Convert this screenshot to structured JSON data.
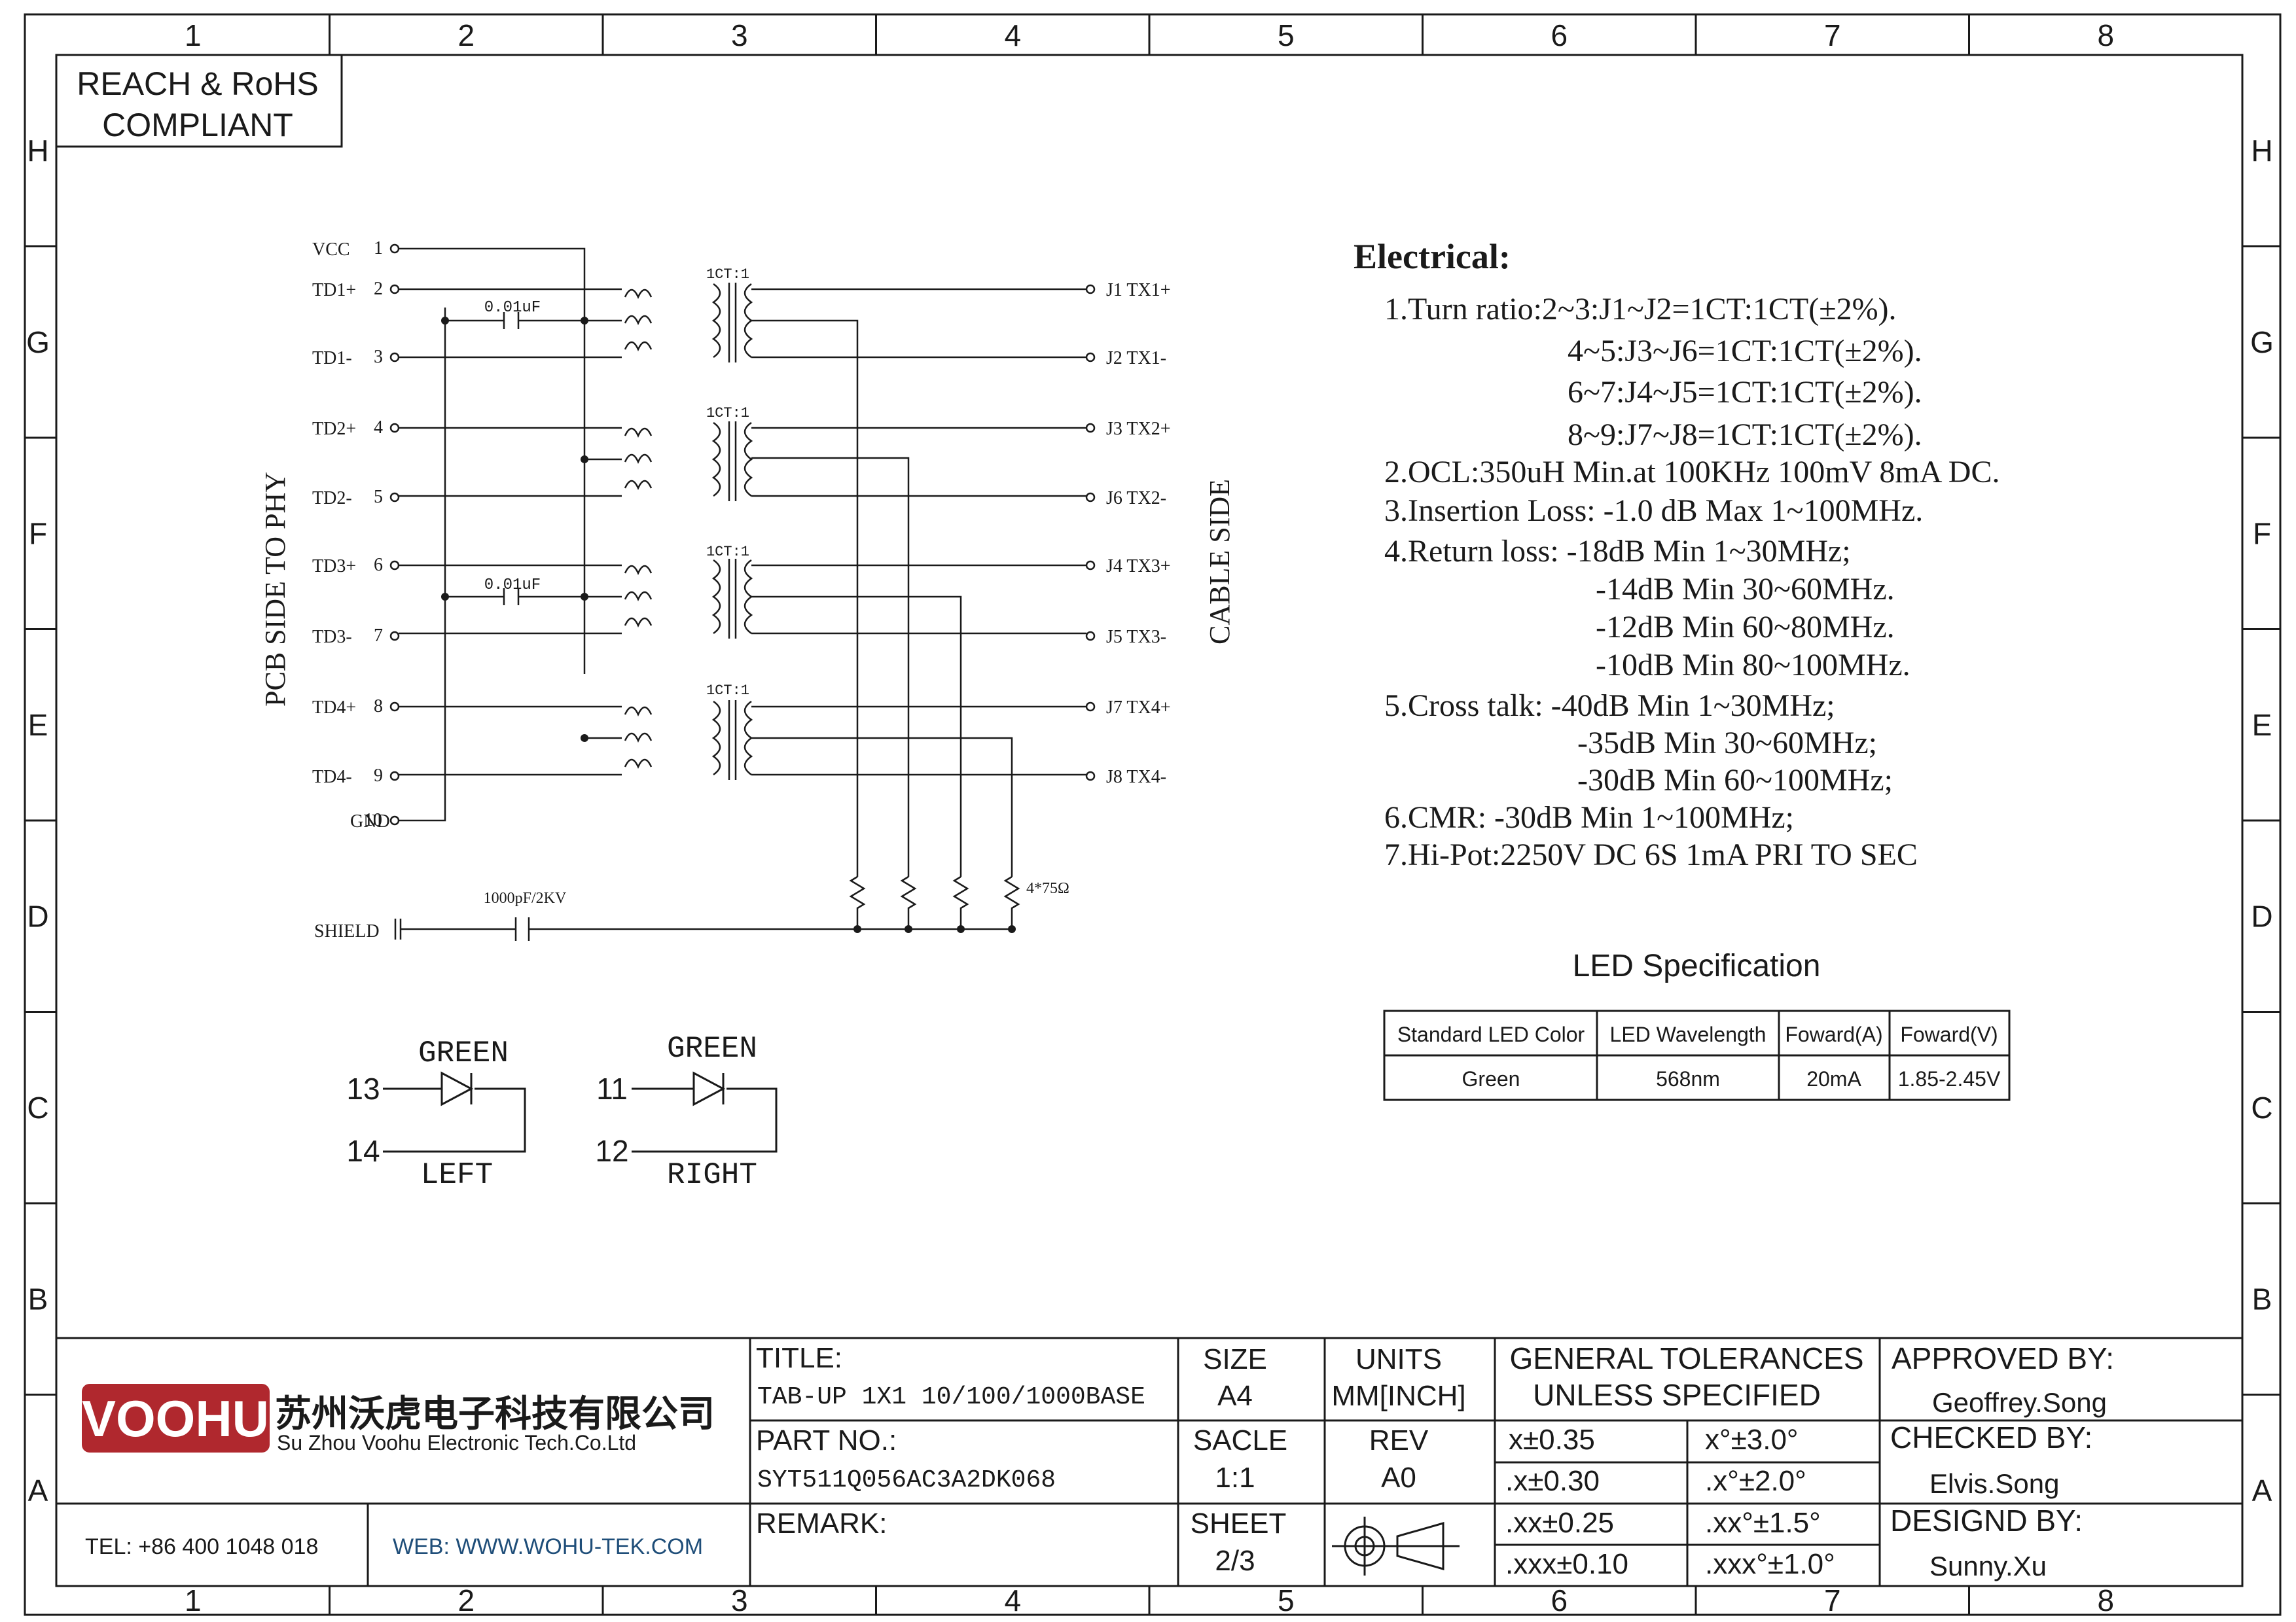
{
  "compliance": [
    "REACH & RoHS",
    "COMPLIANT"
  ],
  "frame": {
    "cols": [
      "1",
      "2",
      "3",
      "4",
      "5",
      "6",
      "7",
      "8"
    ],
    "rows": [
      "H",
      "G",
      "F",
      "E",
      "D",
      "C",
      "B",
      "A"
    ]
  },
  "schematic": {
    "pcb_side_label": "PCB SIDE TO PHY",
    "cable_side_label": "CABLE SIDE",
    "pins_left": [
      {
        "name": "VCC",
        "num": "1"
      },
      {
        "name": "TD1+",
        "num": "2"
      },
      {
        "name": "TD1-",
        "num": "3"
      },
      {
        "name": "TD2+",
        "num": "4"
      },
      {
        "name": "TD2-",
        "num": "5"
      },
      {
        "name": "TD3+",
        "num": "6"
      },
      {
        "name": "TD3-",
        "num": "7"
      },
      {
        "name": "TD4+",
        "num": "8"
      },
      {
        "name": "TD4-",
        "num": "9"
      },
      {
        "name": "GND",
        "num": "10"
      }
    ],
    "pins_right": [
      {
        "j": "J1",
        "sig": "TX1+"
      },
      {
        "j": "J2",
        "sig": "TX1-"
      },
      {
        "j": "J3",
        "sig": "TX2+"
      },
      {
        "j": "J6",
        "sig": "TX2-"
      },
      {
        "j": "J4",
        "sig": "TX3+"
      },
      {
        "j": "J5",
        "sig": "TX3-"
      },
      {
        "j": "J7",
        "sig": "TX4+"
      },
      {
        "j": "J8",
        "sig": "TX4-"
      }
    ],
    "transformer_ratio": "1CT:1",
    "cap_value": "0.01uF",
    "shield_label": "SHIELD",
    "shield_cap": "1000pF/2KV",
    "resistor_label": "4*75Ω"
  },
  "leds": {
    "left": {
      "color": "GREEN",
      "pin_a": "13",
      "pin_b": "14",
      "side": "LEFT"
    },
    "right": {
      "color": "GREEN",
      "pin_a": "11",
      "pin_b": "12",
      "side": "RIGHT"
    }
  },
  "electrical": {
    "heading": "Electrical:",
    "lines": [
      "1.Turn ratio:2~3:J1~J2=1CT:1CT(±2%).",
      "4~5:J3~J6=1CT:1CT(±2%).",
      "6~7:J4~J5=1CT:1CT(±2%).",
      "8~9:J7~J8=1CT:1CT(±2%).",
      "2.OCL:350uH Min.at 100KHz 100mV 8mA DC.",
      "3.Insertion Loss: -1.0 dB Max 1~100MHz.",
      "4.Return loss: -18dB Min 1~30MHz;",
      "-14dB Min 30~60MHz.",
      "-12dB Min 60~80MHz.",
      "-10dB Min 80~100MHz.",
      "5.Cross talk: -40dB Min 1~30MHz;",
      "-35dB Min 30~60MHz;",
      "-30dB Min 60~100MHz;",
      "6.CMR: -30dB Min 1~100MHz;",
      "7.Hi-Pot:2250V DC 6S 1mA PRI TO SEC"
    ]
  },
  "led_spec": {
    "title": "LED Specification",
    "headers": [
      "Standard LED Color",
      "LED Wavelength",
      "Foward(A)",
      "Foward(V)"
    ],
    "row": [
      "Green",
      "568nm",
      "20mA",
      "1.85-2.45V"
    ]
  },
  "title_block": {
    "company_logo": "VOOHU",
    "company_cn": "苏州沃虎电子科技有限公司",
    "company_en": "Su Zhou Voohu Electronic Tech.Co.Ltd",
    "tel": "TEL: +86 400 1048 018",
    "web": "WEB: WWW.WOHU-TEK.COM",
    "title_label": "TITLE:",
    "title_value": "TAB-UP 1X1 10/100/1000BASE",
    "part_label": "PART NO.:",
    "part_value": "SYT511Q056AC3A2DK068",
    "remark_label": "REMARK:",
    "size_label": "SIZE",
    "size_value": "A4",
    "units_label": "UNITS",
    "units_value": "MM[INCH]",
    "scale_label": "SACLE",
    "scale_value": "1:1",
    "rev_label": "REV",
    "rev_value": "A0",
    "sheet_label": "SHEET",
    "sheet_value": "2/3",
    "tol_title_1": "GENERAL TOLERANCES",
    "tol_title_2": "UNLESS SPECIFIED",
    "tolerances": [
      [
        "x±0.35",
        "x°±3.0°"
      ],
      [
        ".x±0.30",
        ".x°±2.0°"
      ],
      [
        ".xx±0.25",
        ".xx°±1.5°"
      ],
      [
        ".xxx±0.10",
        ".xxx°±1.0°"
      ]
    ],
    "approved_label": "APPROVED BY:",
    "approved_value": "Geoffrey.Song",
    "checked_label": "CHECKED BY:",
    "checked_value": "Elvis.Song",
    "designed_label": "DESIGND BY:",
    "designed_value": "Sunny.Xu"
  },
  "colors": {
    "ink": "#1a1a1a",
    "logo_red": "#b0282e",
    "web_blue": "#1f4e79"
  }
}
